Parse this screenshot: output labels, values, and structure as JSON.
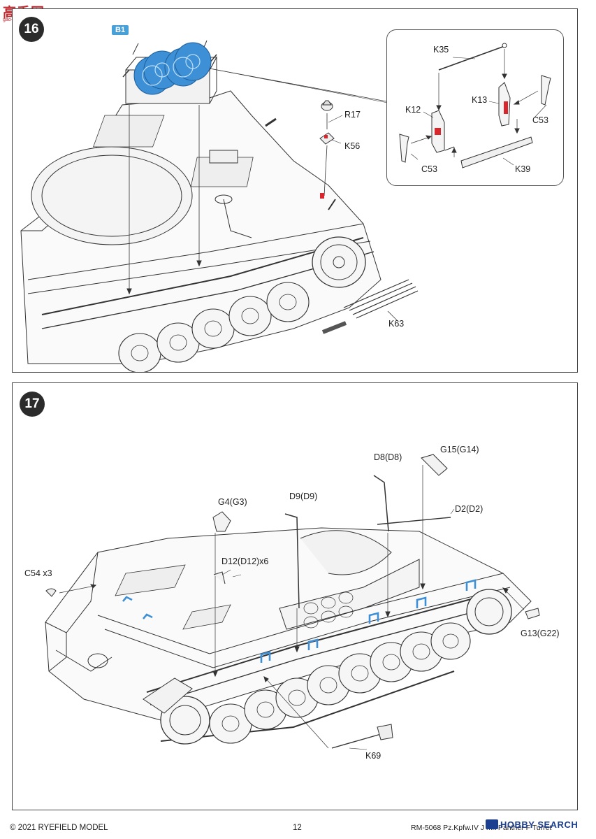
{
  "watermark_top": {
    "big": "高手网",
    "small": "gao-shou.com"
  },
  "step16": {
    "number": "16",
    "tag": "B1",
    "labels": {
      "r17": "R17",
      "k56": "K56",
      "k63": "K63",
      "k35": "K35",
      "k12": "K12",
      "k13": "K13",
      "c53_right": "C53",
      "c53_left": "C53",
      "k39": "K39"
    }
  },
  "step17": {
    "number": "17",
    "labels": {
      "c54": "C54 x3",
      "g4": "G4(G3)",
      "d9": "D9(D9)",
      "d8": "D8(D8)",
      "g15": "G15(G14)",
      "d2": "D2(D2)",
      "d12": "D12(D12)x6",
      "g13": "G13(G22)",
      "k69": "K69"
    }
  },
  "footer": {
    "copyright": "© 2021 RYEFIELD MODEL",
    "page": "12",
    "product": "RM-5068 Pz.Kpfw.IV J mit Panther F Turret"
  },
  "watermark_bottom": "HOBBY SEARCH",
  "colors": {
    "highlight_blue": "#3d8fd6",
    "highlight_red": "#d8262c",
    "line": "#333333"
  }
}
